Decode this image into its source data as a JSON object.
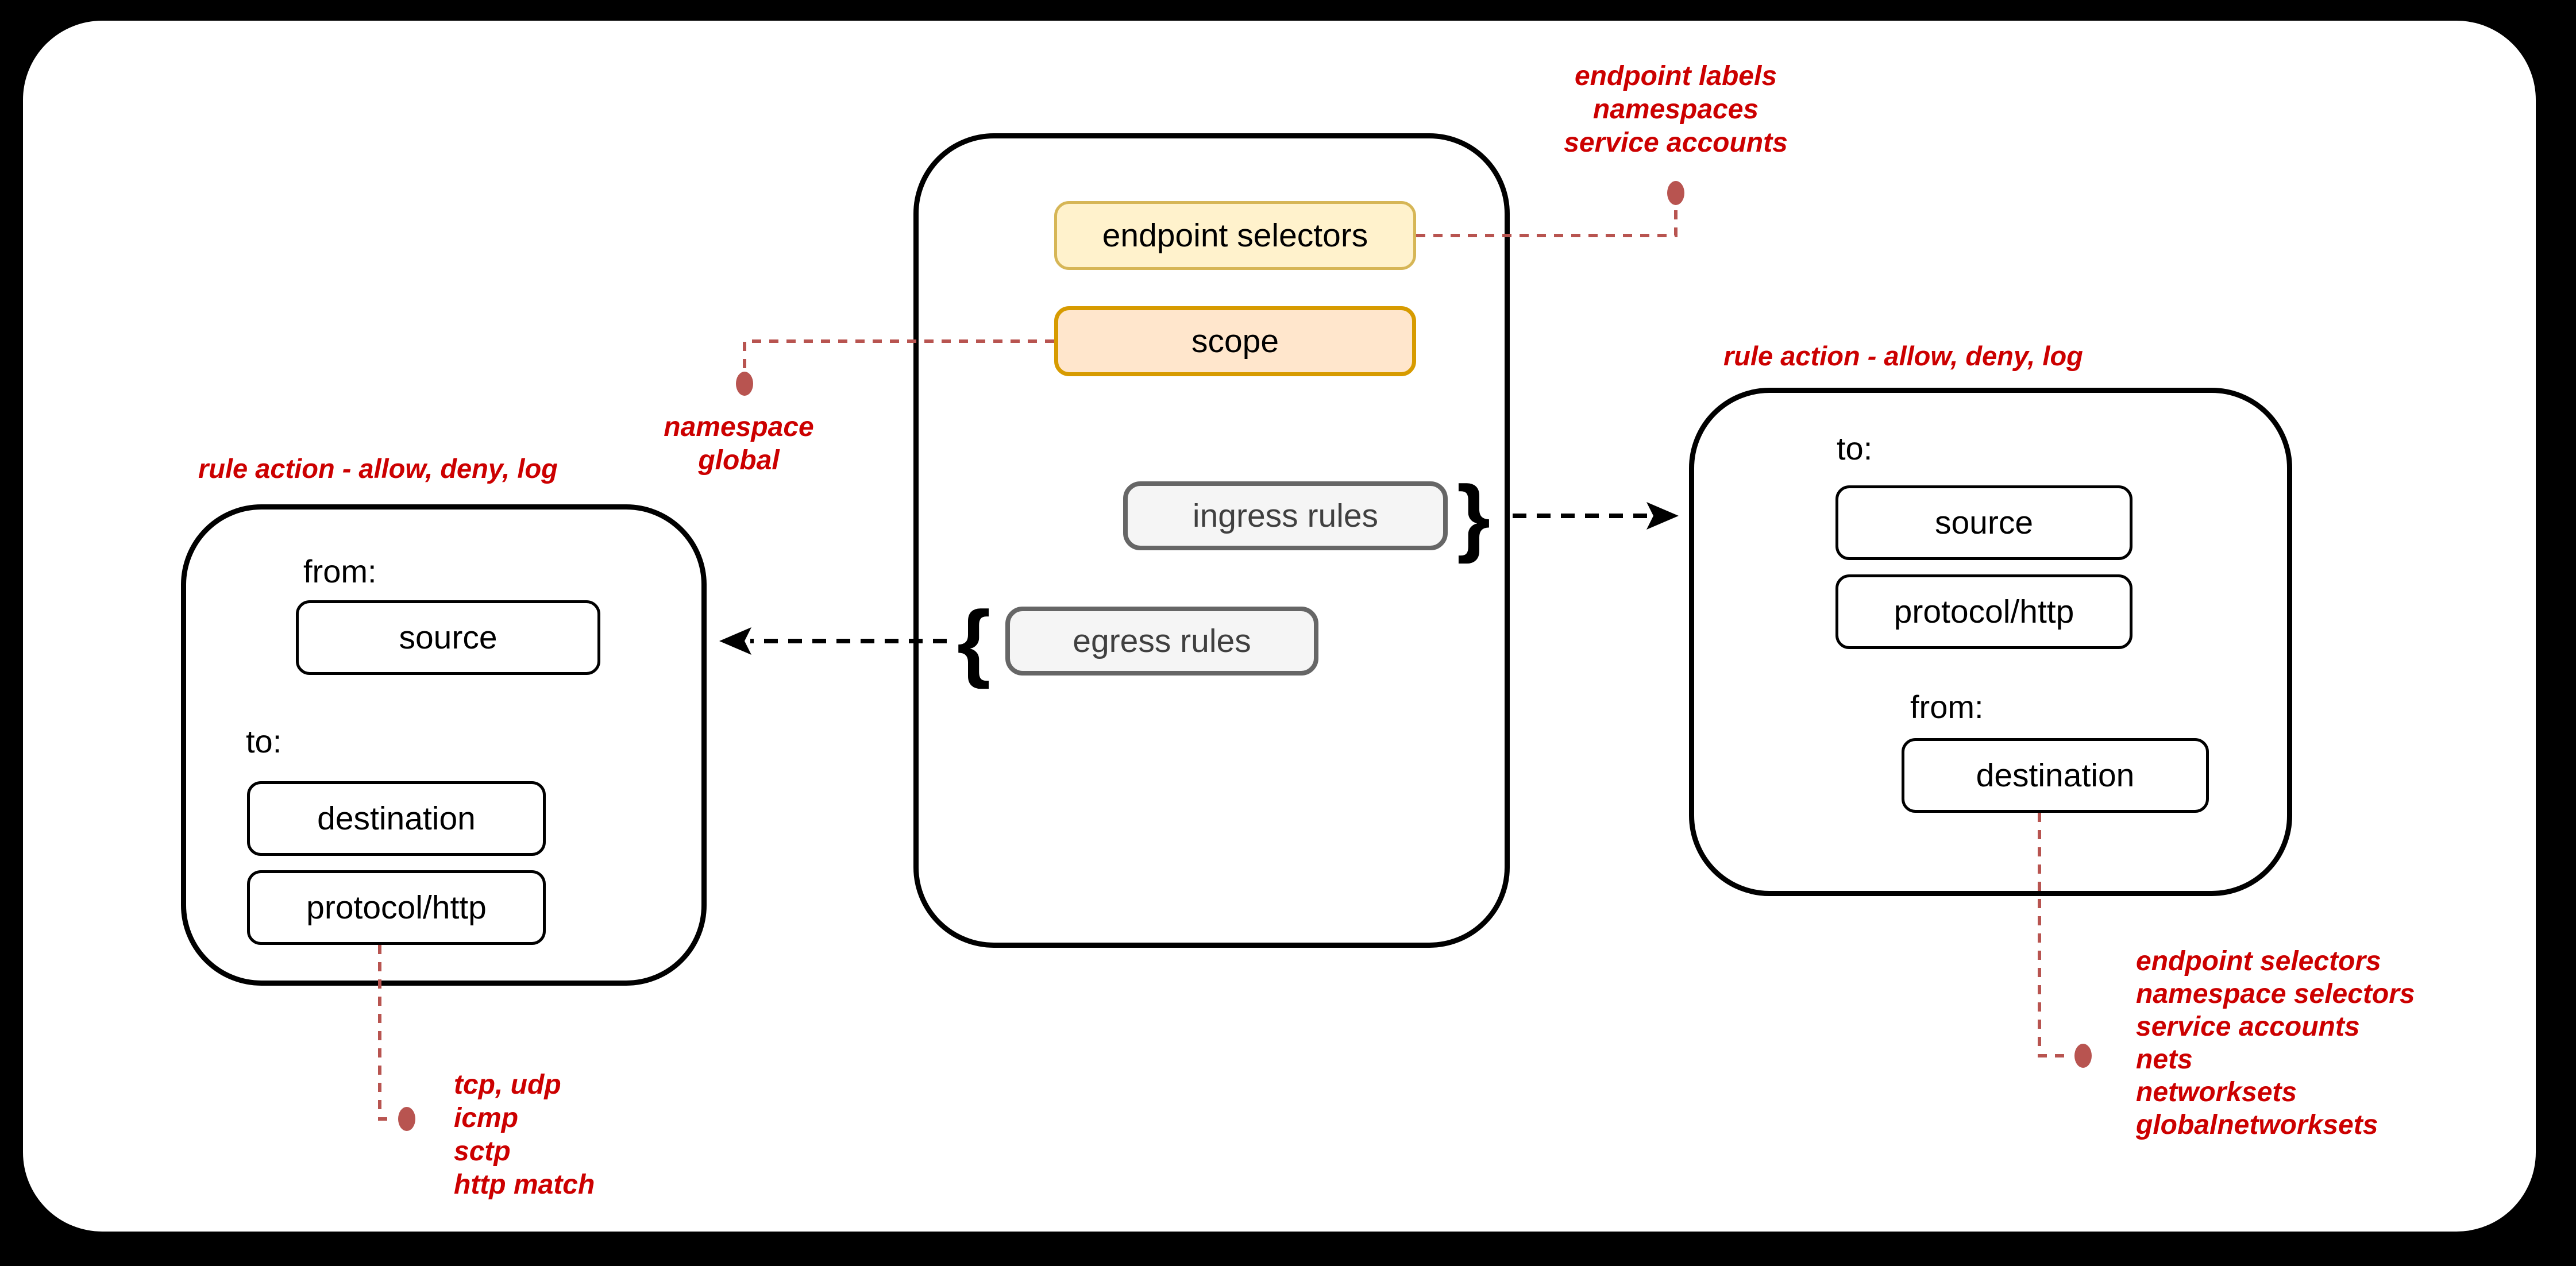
{
  "colors": {
    "background": "#000000",
    "sheet": "#ffffff",
    "accent_red_text": "#CC0000",
    "accent_red_connector": "#B85450",
    "yellow_fill": "#FFF2CC",
    "yellow_border": "#D6B656",
    "orange_fill": "#FFE6CC",
    "orange_border": "#D79B00",
    "gray_fill": "#F5F5F5",
    "gray_border": "#666666"
  },
  "policy": {
    "endpoint_selectors_label": "endpoint selectors",
    "scope_label": "scope",
    "ingress_rules_label": "ingress rules",
    "egress_rules_label": "egress rules",
    "ingress_brace": "}",
    "egress_brace": "{"
  },
  "egress_detail": {
    "title": "rule action - allow, deny, log",
    "from_label": "from:",
    "source_label": "source",
    "to_label": "to:",
    "destination_label": "destination",
    "protocol_label": "protocol/http"
  },
  "ingress_detail": {
    "title": "rule action - allow, deny, log",
    "to_label": "to:",
    "source_label": "source",
    "protocol_label": "protocol/http",
    "from_label": "from:",
    "destination_label": "destination"
  },
  "notes": {
    "endpoint_selectors_note": {
      "lines": [
        "endpoint labels",
        "namespaces",
        "service accounts"
      ]
    },
    "scope_note": {
      "lines": [
        "namespace",
        "global"
      ]
    },
    "protocol_note": {
      "lines": [
        "tcp, udp",
        "icmp",
        "sctp",
        "http match"
      ]
    },
    "destination_note": {
      "lines": [
        "endpoint selectors",
        "namespace selectors",
        "service accounts",
        "nets",
        "networksets",
        "globalnetworksets"
      ]
    }
  }
}
